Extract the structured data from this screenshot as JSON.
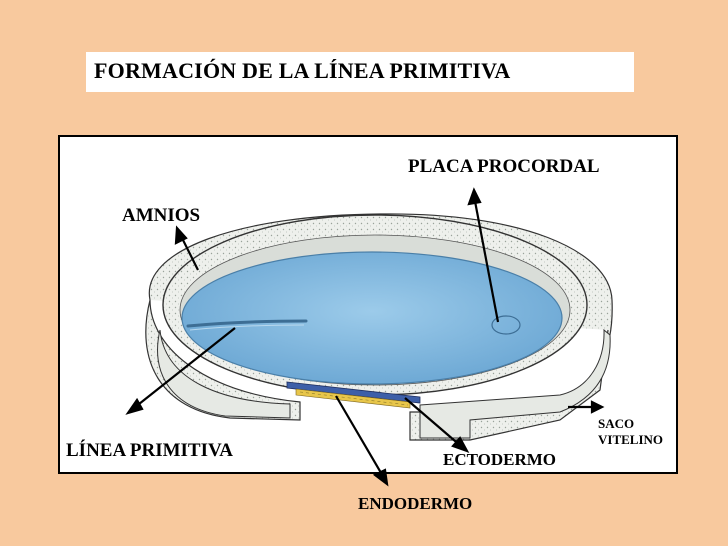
{
  "title": "FORMACIÓN DE LA LÍNEA PRIMITIVA",
  "labels": {
    "placa_procordal": "PLACA PROCORDAL",
    "amnios": "AMNIOS",
    "linea_primitiva": "LÍNEA PRIMITIVA",
    "ectodermo": "ECTODERMO",
    "endodermo": "ENDODERMO",
    "saco_line1": "SACO",
    "saco_line2": "VITELINO"
  },
  "colors": {
    "background": "#f8c99e",
    "embryonic_disc": "#7fb6dd",
    "membrane": "#e9ece8",
    "endoderm_strip": "#e8c64a",
    "ectoderm_strip": "#3d5fa8"
  }
}
